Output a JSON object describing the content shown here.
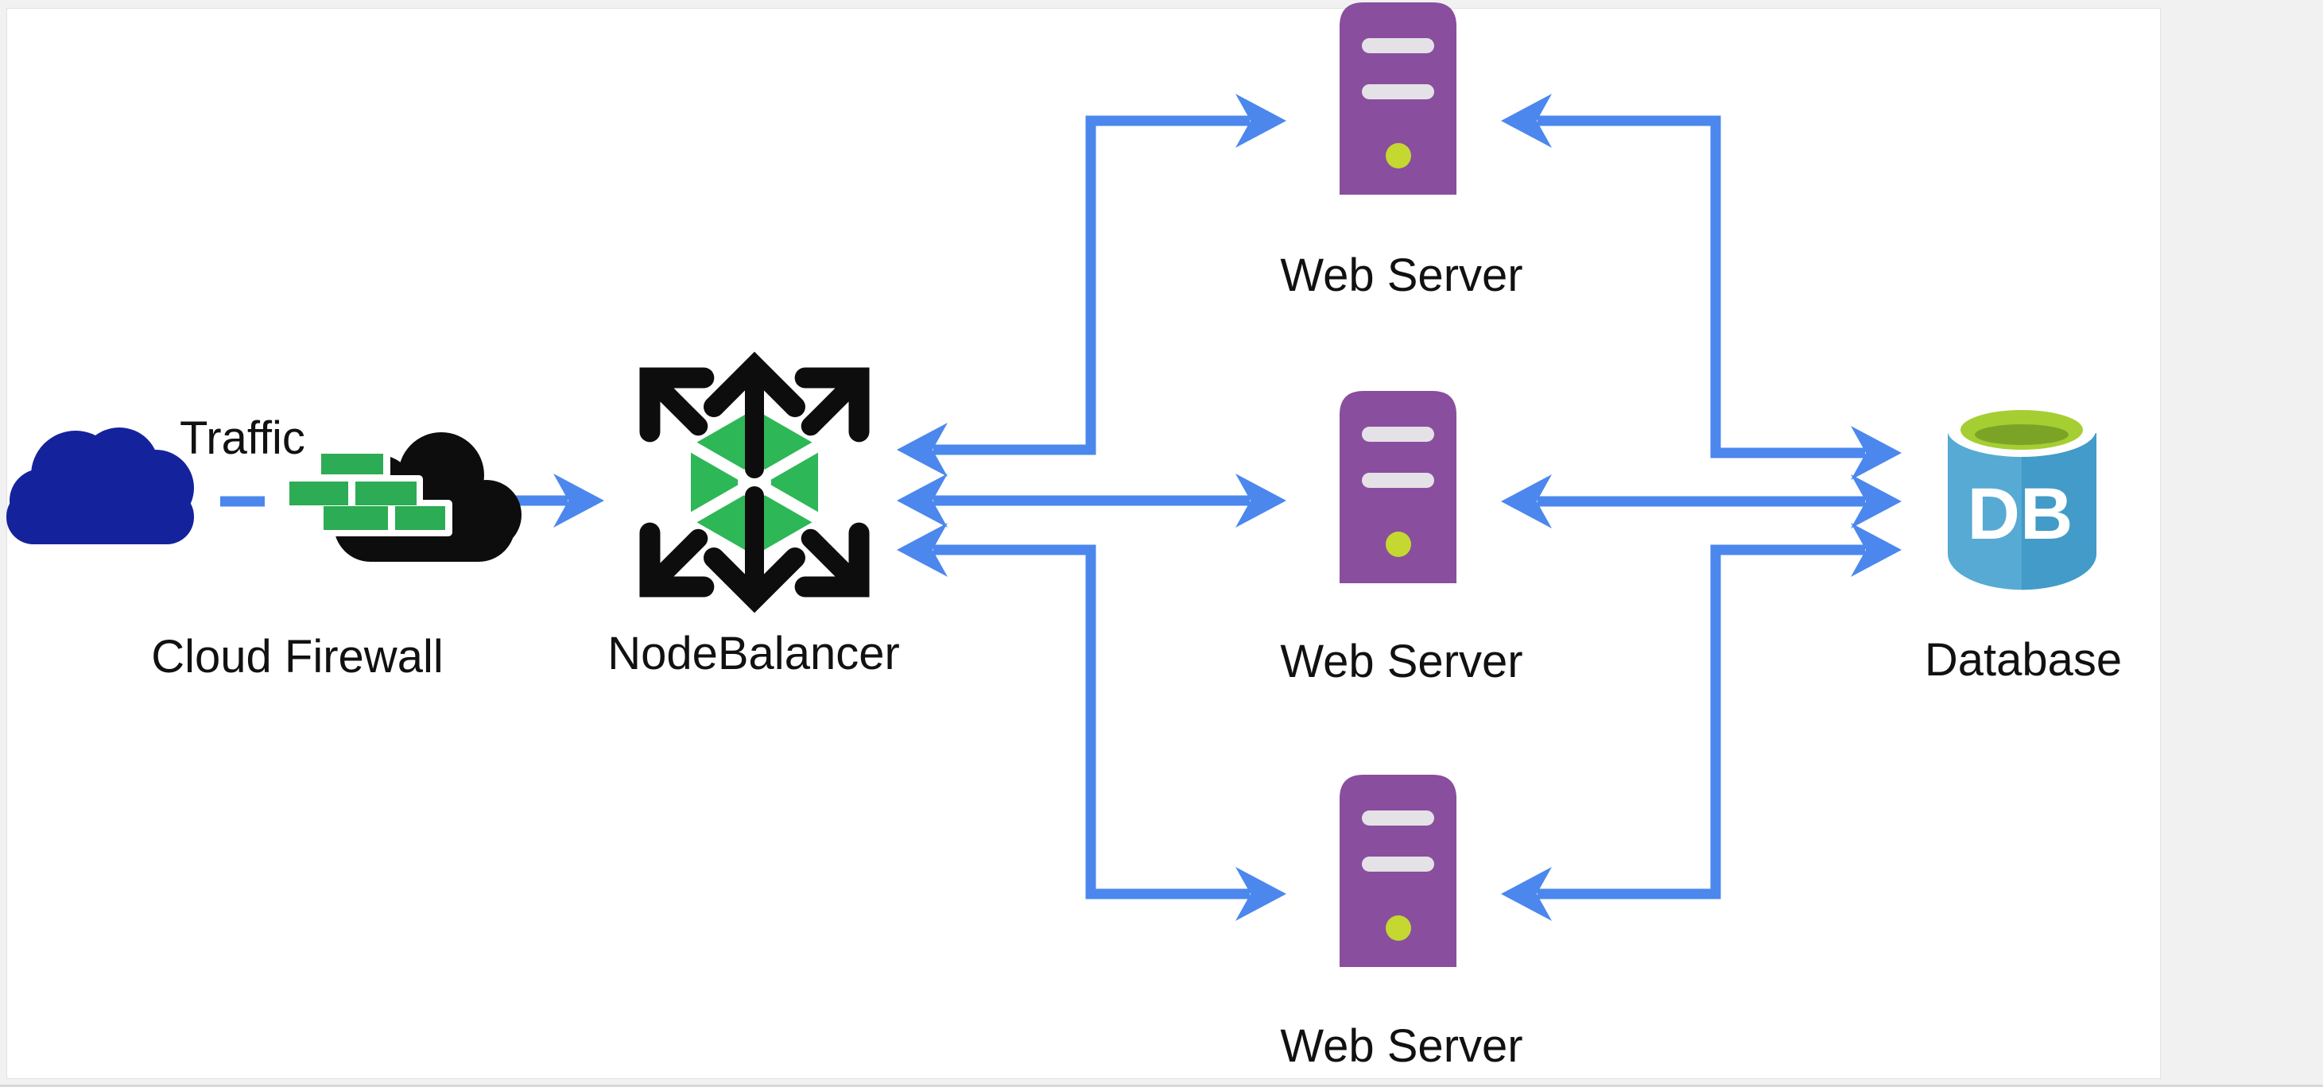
{
  "page": {
    "background_color": "#f1f1f2",
    "canvas_color": "#ffffff"
  },
  "diagram": {
    "nodes": {
      "traffic": {
        "label": "Traffic",
        "type": "cloud"
      },
      "cloud_firewall": {
        "label": "Cloud Firewall",
        "type": "firewall-cloud"
      },
      "nodebalancer": {
        "label": "NodeBalancer",
        "type": "load-balancer"
      },
      "web_server_top": {
        "label": "Web Server",
        "type": "server"
      },
      "web_server_mid": {
        "label": "Web Server",
        "type": "server"
      },
      "web_server_bot": {
        "label": "Web Server",
        "type": "server"
      },
      "database": {
        "label": "Database",
        "type": "database",
        "badge": "DB"
      }
    },
    "edges": [
      {
        "from": "traffic",
        "to": "cloud_firewall",
        "style": "dashed"
      },
      {
        "from": "cloud_firewall",
        "to": "nodebalancer",
        "style": "arrow-right"
      },
      {
        "from": "nodebalancer",
        "to": "web_server_top",
        "style": "bidirectional-elbow"
      },
      {
        "from": "nodebalancer",
        "to": "web_server_mid",
        "style": "bidirectional-straight"
      },
      {
        "from": "nodebalancer",
        "to": "web_server_bot",
        "style": "bidirectional-elbow"
      },
      {
        "from": "web_server_top",
        "to": "database",
        "style": "bidirectional-elbow"
      },
      {
        "from": "web_server_mid",
        "to": "database",
        "style": "bidirectional-straight"
      },
      {
        "from": "web_server_bot",
        "to": "database",
        "style": "bidirectional-elbow"
      }
    ],
    "colors": {
      "arrow_blue": "#4b87ed",
      "traffic_cloud": "#14239c",
      "firewall_black": "#0d0d0d",
      "firewall_brick": "#2cac55",
      "nodebalancer_green": "#2eb757",
      "server_purple": "#8a4e9e",
      "server_slot_gray": "#e4e2e6",
      "server_led_green": "#c4d831",
      "db_body_light": "#57aad4",
      "db_body_dark": "#429bc8",
      "db_top_lime": "#a5ce32",
      "db_top_olive": "#7ba427",
      "label_text": "#111111"
    }
  }
}
